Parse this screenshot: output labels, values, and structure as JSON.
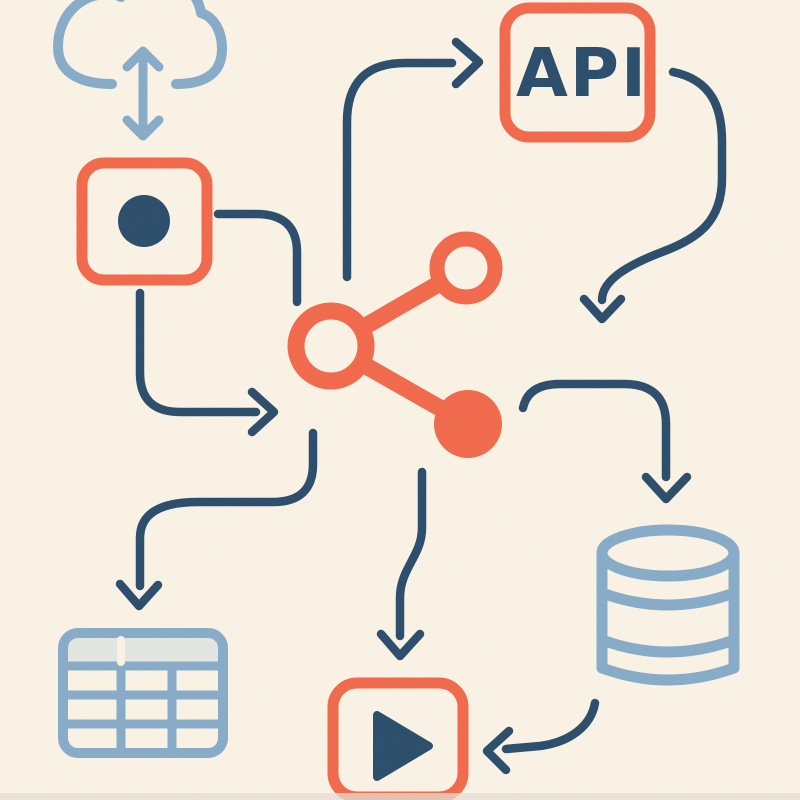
{
  "palette": {
    "background": "#FAF3E5",
    "ink_navy": "#2B4D6B",
    "accent_orange": "#F2694B",
    "soft_blue": "#87ACC8",
    "table_header_fill": "#E3E6E1",
    "bottom_edge_strip": "#E6DECF"
  },
  "diagram": {
    "api_label": "API",
    "nodes": [
      {
        "id": "cloud",
        "icon": "cloud-sync-icon"
      },
      {
        "id": "record",
        "icon": "record-dot-icon"
      },
      {
        "id": "api",
        "icon": "api-box-icon",
        "label": "API"
      },
      {
        "id": "hub",
        "icon": "share-network-icon"
      },
      {
        "id": "database",
        "icon": "database-cylinder-icon"
      },
      {
        "id": "table",
        "icon": "data-table-icon"
      },
      {
        "id": "play",
        "icon": "play-button-icon"
      }
    ],
    "edges": [
      {
        "id": "cloud-to-record",
        "type": "double-headed-arrow"
      },
      {
        "id": "record-right-to-hub",
        "type": "plain-line"
      },
      {
        "id": "record-bottom-to-hub",
        "type": "arrow-right"
      },
      {
        "id": "hub-to-api",
        "type": "arrow-right"
      },
      {
        "id": "api-down",
        "type": "arrow-down"
      },
      {
        "id": "hub-to-database",
        "type": "arrow-down"
      },
      {
        "id": "hub-to-table",
        "type": "arrow-down"
      },
      {
        "id": "hub-to-play",
        "type": "arrow-down"
      },
      {
        "id": "database-to-play",
        "type": "arrow-left"
      }
    ]
  }
}
